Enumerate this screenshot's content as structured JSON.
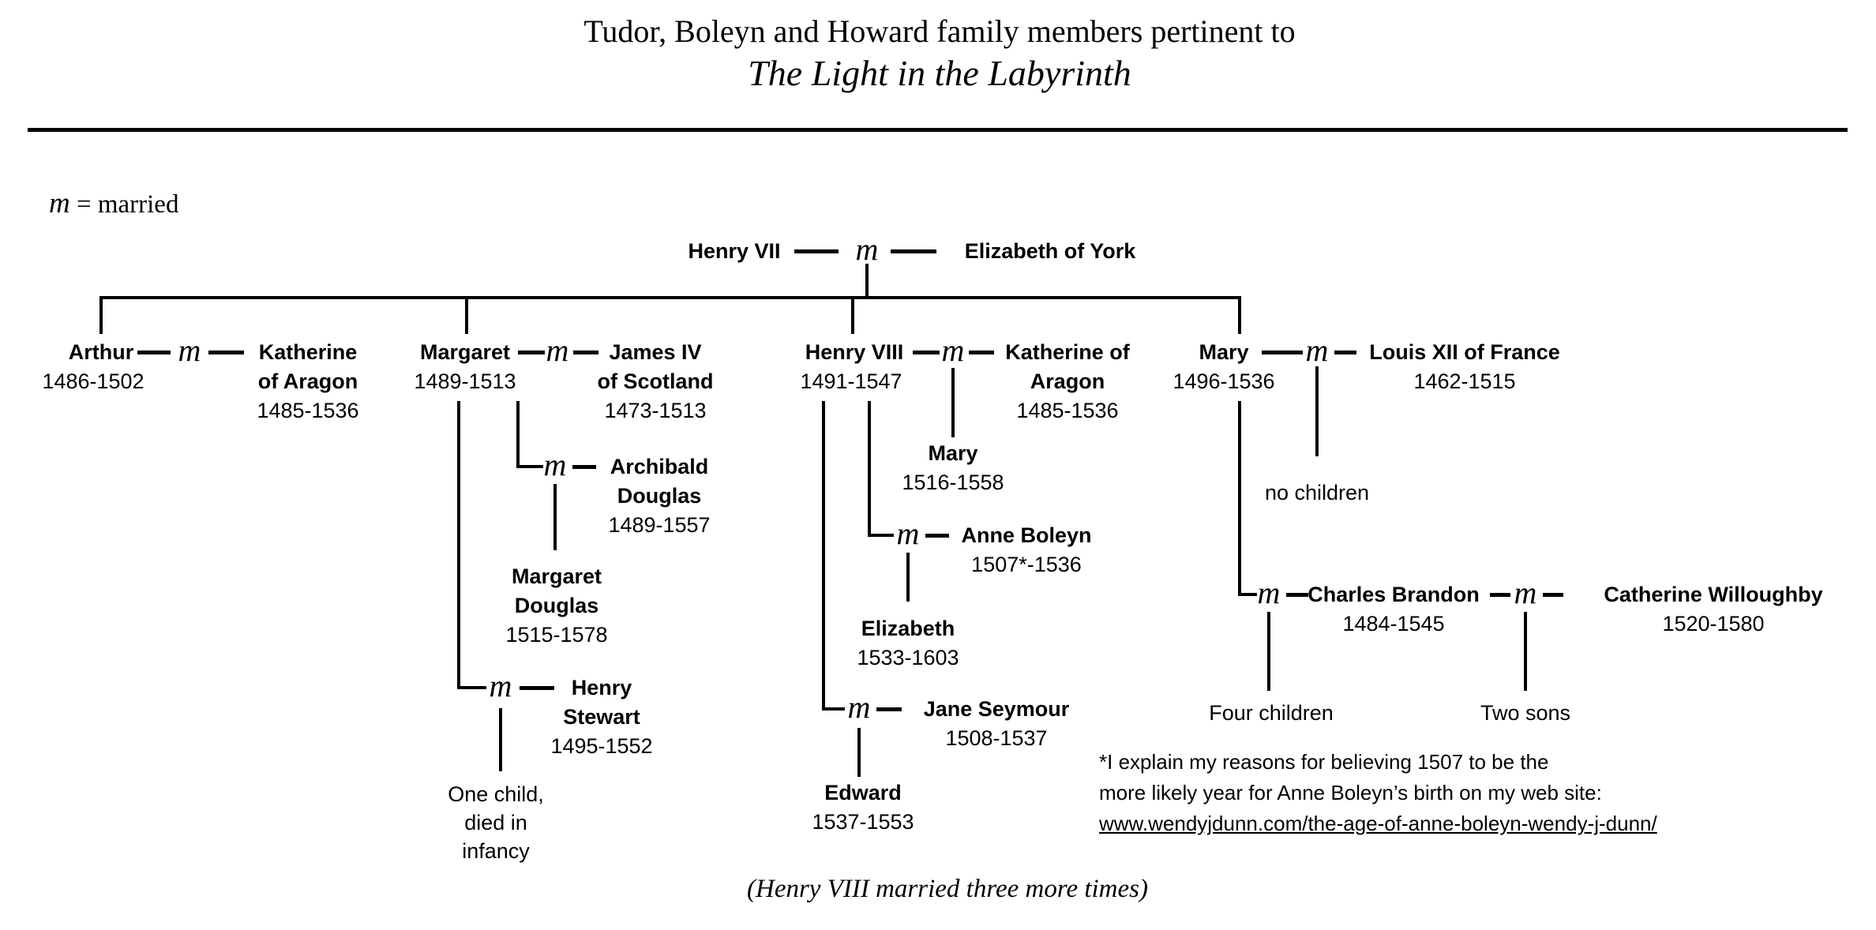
{
  "title": {
    "line1": "Tudor, Boleyn and Howard family members pertinent to",
    "line2": "The Light in the Labyrinth"
  },
  "legend": {
    "symbol": "m",
    "text": " = married"
  },
  "marriage": {
    "symbol": "m"
  },
  "people": {
    "henry7": {
      "name": "Henry VII"
    },
    "elizabeth_york": {
      "name": "Elizabeth of York"
    },
    "arthur": {
      "name": "Arthur",
      "dates": "1486-1502"
    },
    "katherine_aragon_a": {
      "line1": "Katherine",
      "line2": "of Aragon",
      "dates": "1485-1536"
    },
    "margaret": {
      "name": "Margaret",
      "dates": "1489-1513"
    },
    "james4": {
      "line1": "James IV",
      "line2": "of Scotland",
      "dates": "1473-1513"
    },
    "henry8": {
      "name": "Henry VIII",
      "dates": "1491-1547"
    },
    "katherine_aragon_b": {
      "line1": "Katherine of",
      "line2": "Aragon",
      "dates": "1485-1536"
    },
    "mary_tudor": {
      "name": "Mary",
      "dates": "1496-1536"
    },
    "louis12": {
      "name": "Louis XII of France",
      "dates": "1462-1515"
    },
    "archibald_douglas": {
      "line1": "Archibald",
      "line2": "Douglas",
      "dates": "1489-1557"
    },
    "margaret_douglas": {
      "line1": "Margaret",
      "line2": "Douglas",
      "dates": "1515-1578"
    },
    "henry_stewart": {
      "line1": "Henry",
      "line2": "Stewart",
      "dates": "1495-1552"
    },
    "mary_daughter": {
      "name": "Mary",
      "dates": "1516-1558"
    },
    "anne_boleyn": {
      "name": "Anne Boleyn",
      "dates": "1507*-1536"
    },
    "elizabeth_daughter": {
      "name": "Elizabeth",
      "dates": "1533-1603"
    },
    "jane_seymour": {
      "name": "Jane Seymour",
      "dates": "1508-1537"
    },
    "edward": {
      "name": "Edward",
      "dates": "1537-1553"
    },
    "charles_brandon": {
      "name": "Charles Brandon",
      "dates": "1484-1545"
    },
    "catherine_willoughby": {
      "name": "Catherine Willoughby",
      "dates": "1520-1580"
    }
  },
  "notes": {
    "no_children": "no children",
    "one_child_line1": "One child,",
    "one_child_line2": "died in",
    "one_child_line3": "infancy",
    "four_children": "Four children",
    "two_sons": "Two sons"
  },
  "footnote": {
    "line1": "*I explain my reasons for believing 1507 to be the",
    "line2": "more likely year for Anne Boleyn’s birth on my web site:",
    "line3": "www.wendyjdunn.com/the-age-of-anne-boleyn-wendy-j-dunn/"
  },
  "bottom_note": "(Henry VIII married three more times)"
}
